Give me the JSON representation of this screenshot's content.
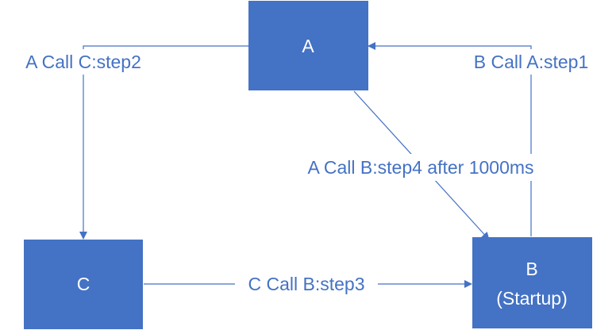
{
  "nodes": {
    "a": {
      "label": "A"
    },
    "b": {
      "label_line1": "B",
      "label_line2": "(Startup)"
    },
    "c": {
      "label": "C"
    }
  },
  "edges": {
    "b_to_a": {
      "label": "B Call A:step1"
    },
    "a_to_c": {
      "label": "A Call C:step2"
    },
    "c_to_b": {
      "label": "C Call B:step3"
    },
    "a_to_b": {
      "label": "A Call B:step4 after 1000ms"
    }
  },
  "colors": {
    "node_fill": "#4472c4",
    "node_text": "#ffffff",
    "edge": "#4472c4"
  }
}
